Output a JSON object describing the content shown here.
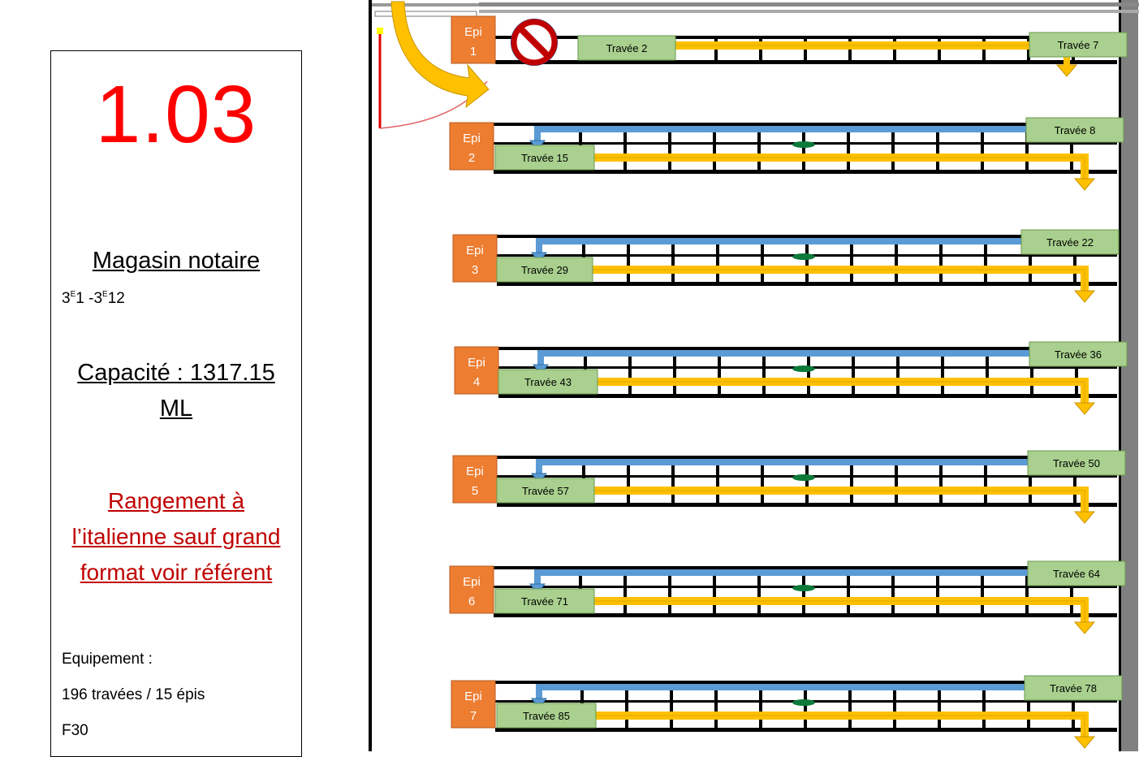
{
  "panel": {
    "room_number": "1.03",
    "title": "Magasin notaire",
    "cote_a": "3",
    "cote_a_sup": "E",
    "cote_a_num": "1",
    "cote_sep": " -",
    "cote_b": "3",
    "cote_b_sup": "E",
    "cote_b_num": "12",
    "capacite_line1": "Capacité : 1317.15",
    "capacite_line2": "ML",
    "rangement_line1": "Rangement à",
    "rangement_line2": "l’italienne sauf grand",
    "rangement_line3": "format voir référent",
    "equipement": "Equipement :",
    "travees": "196 travées / 15 épis",
    "format": "F30"
  },
  "epis": [
    {
      "epi_label": "Epi",
      "epi_num": "1",
      "left_travee": "Travée 2",
      "right_travee": "Travée 7",
      "blocked": true
    },
    {
      "epi_label": "Epi",
      "epi_num": "2",
      "left_travee": "Travée 15",
      "right_travee": "Travée 8",
      "blocked": false
    },
    {
      "epi_label": "Epi",
      "epi_num": "3",
      "left_travee": "Travée 29",
      "right_travee": "Travée 22",
      "blocked": false
    },
    {
      "epi_label": "Epi",
      "epi_num": "4",
      "left_travee": "Travée 43",
      "right_travee": "Travée 36",
      "blocked": false
    },
    {
      "epi_label": "Epi",
      "epi_num": "5",
      "left_travee": "Travée 57",
      "right_travee": "Travée 50",
      "blocked": false
    },
    {
      "epi_label": "Epi",
      "epi_num": "6",
      "left_travee": "Travée 71",
      "right_travee": "Travée 64",
      "blocked": false
    },
    {
      "epi_label": "Epi",
      "epi_num": "7",
      "left_travee": "Travée 85",
      "right_travee": "Travée 78",
      "blocked": false
    }
  ],
  "colors": {
    "epi_box": "#ed7d31",
    "travee_box": "#a9d08e",
    "forward_arrow": "#ffc000",
    "return_arrow": "#5b9bd5",
    "room_number": "#ff0000",
    "rangement_text": "#c00000",
    "no_entry": "#c00000"
  }
}
